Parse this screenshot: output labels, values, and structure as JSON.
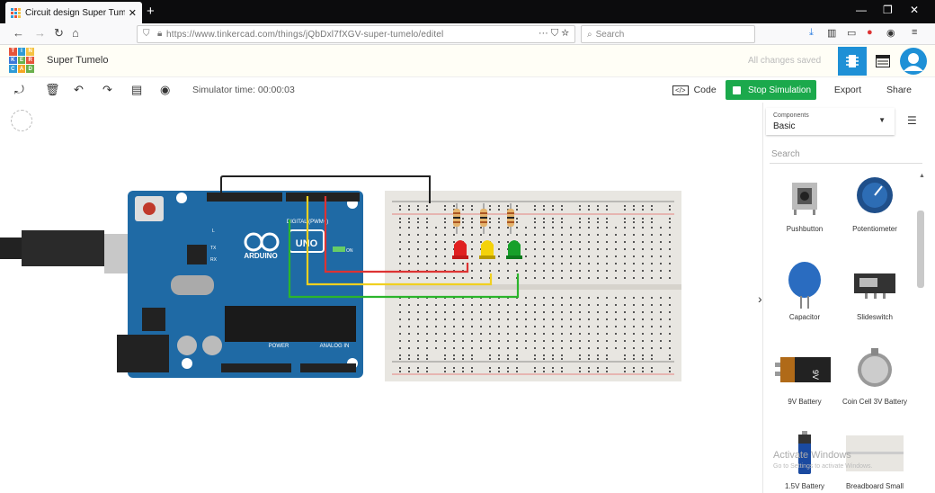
{
  "browser": {
    "tab_title": "Circuit design Super Tumelo | T",
    "url": "https://www.tinkercad.com/things/jQbDxl7fXGV-super-tumelo/editel",
    "search_placeholder": "Search"
  },
  "app": {
    "logo_letters": [
      "TIN",
      "KER",
      "CAD"
    ],
    "project_title": "Super Tumelo",
    "save_status": "All changes saved"
  },
  "toolbar": {
    "sim_time": "Simulator time: 00:00:03",
    "code_label": "Code",
    "stop_label": "Stop Simulation",
    "export_label": "Export",
    "share_label": "Share"
  },
  "panel": {
    "components_label": "Components",
    "components_value": "Basic",
    "search_placeholder": "Search",
    "items": [
      {
        "label": "Pushbutton"
      },
      {
        "label": "Potentiometer"
      },
      {
        "label": "Capacitor"
      },
      {
        "label": "Slideswitch"
      },
      {
        "label": "9V Battery"
      },
      {
        "label": "Coin Cell 3V Battery"
      },
      {
        "label": "1.5V Battery"
      },
      {
        "label": "Breadboard Small"
      }
    ]
  },
  "board": {
    "brand": "ARDUINO",
    "model": "UNO",
    "digital_label": "DIGITAL (PWM~)",
    "power_label": "POWER",
    "analog_label": "ANALOG IN",
    "on_label": "ON",
    "l_label": "L",
    "tx_label": "TX",
    "rx_label": "RX"
  },
  "battery_text": "9V",
  "watermark": {
    "line1": "Activate Windows",
    "line2": "Go to Settings to activate Windows."
  },
  "colors": {
    "accent_green": "#1ba94c",
    "board_blue": "#1f6aa5",
    "panel_blue": "#1e90d6"
  }
}
